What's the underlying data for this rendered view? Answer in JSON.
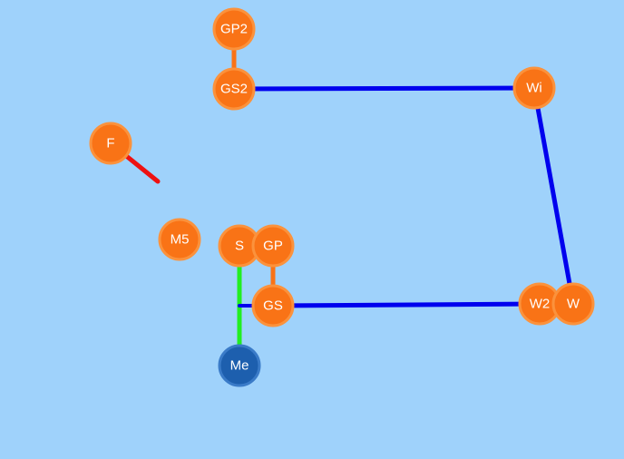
{
  "colors": {
    "background": "#9fd2fb",
    "node_orange": "#f97316",
    "node_orange_stroke": "#fb923c",
    "node_blue": "#1d5fae",
    "node_blue_stroke": "#3a7bc8",
    "edge_blue": "#0000ee",
    "edge_green": "#22ee22",
    "edge_red": "#ee1111",
    "edge_orange": "#f97316"
  },
  "nodes": [
    {
      "id": "GP2",
      "label": "GP2",
      "kind": "orange"
    },
    {
      "id": "GS2",
      "label": "GS2",
      "kind": "orange"
    },
    {
      "id": "Wi",
      "label": "Wi",
      "kind": "orange"
    },
    {
      "id": "F",
      "label": "F",
      "kind": "orange"
    },
    {
      "id": "M5",
      "label": "M5",
      "kind": "orange"
    },
    {
      "id": "S",
      "label": "S",
      "kind": "orange"
    },
    {
      "id": "GP",
      "label": "GP",
      "kind": "orange"
    },
    {
      "id": "GS",
      "label": "GS",
      "kind": "orange"
    },
    {
      "id": "W2",
      "label": "W2",
      "kind": "orange"
    },
    {
      "id": "W",
      "label": "W",
      "kind": "orange"
    },
    {
      "id": "Me",
      "label": "Me",
      "kind": "blue"
    }
  ],
  "edges": [
    {
      "from": "GP2",
      "to": "GS2",
      "color": "orange"
    },
    {
      "from": "GS2",
      "to": "Wi",
      "color": "blue"
    },
    {
      "from": "Wi",
      "to": "W",
      "color": "blue"
    },
    {
      "from": "GS",
      "to": "W2",
      "color": "blue"
    },
    {
      "from": "GP",
      "to": "GS",
      "color": "orange"
    },
    {
      "from": "S",
      "to": "Me",
      "color": "green"
    },
    {
      "from": "F",
      "to": "F-tail",
      "color": "red"
    }
  ]
}
